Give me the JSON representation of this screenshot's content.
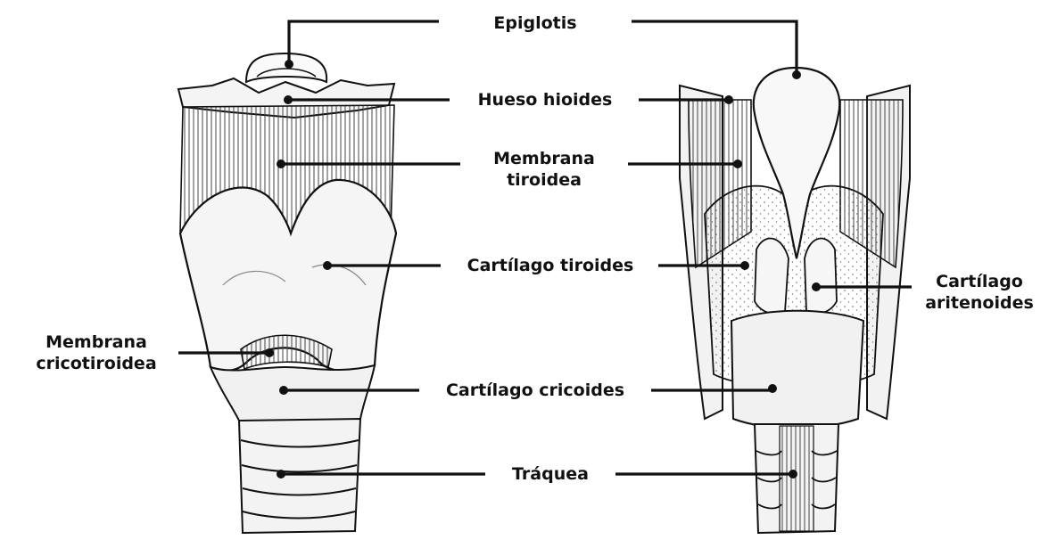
{
  "labels": {
    "epiglotis": "Epiglotis",
    "hueso_hioides": "Hueso hioides",
    "membrana_tiroidea_1": "Membrana",
    "membrana_tiroidea_2": "tiroidea",
    "cartilago_tiroides": "Cartílago tiroides",
    "membrana_cricotiroidea_1": "Membrana",
    "membrana_cricotiroidea_2": "cricotiroidea",
    "cartilago_cricoides": "Cartílago cricoides",
    "traquea": "Tráquea",
    "cartilago_aritenoides_1": "Cartílago",
    "cartilago_aritenoides_2": "aritenoides"
  },
  "colors": {
    "ink": "#111111",
    "paper": "#ffffff",
    "shade": "#e7e7e7"
  }
}
